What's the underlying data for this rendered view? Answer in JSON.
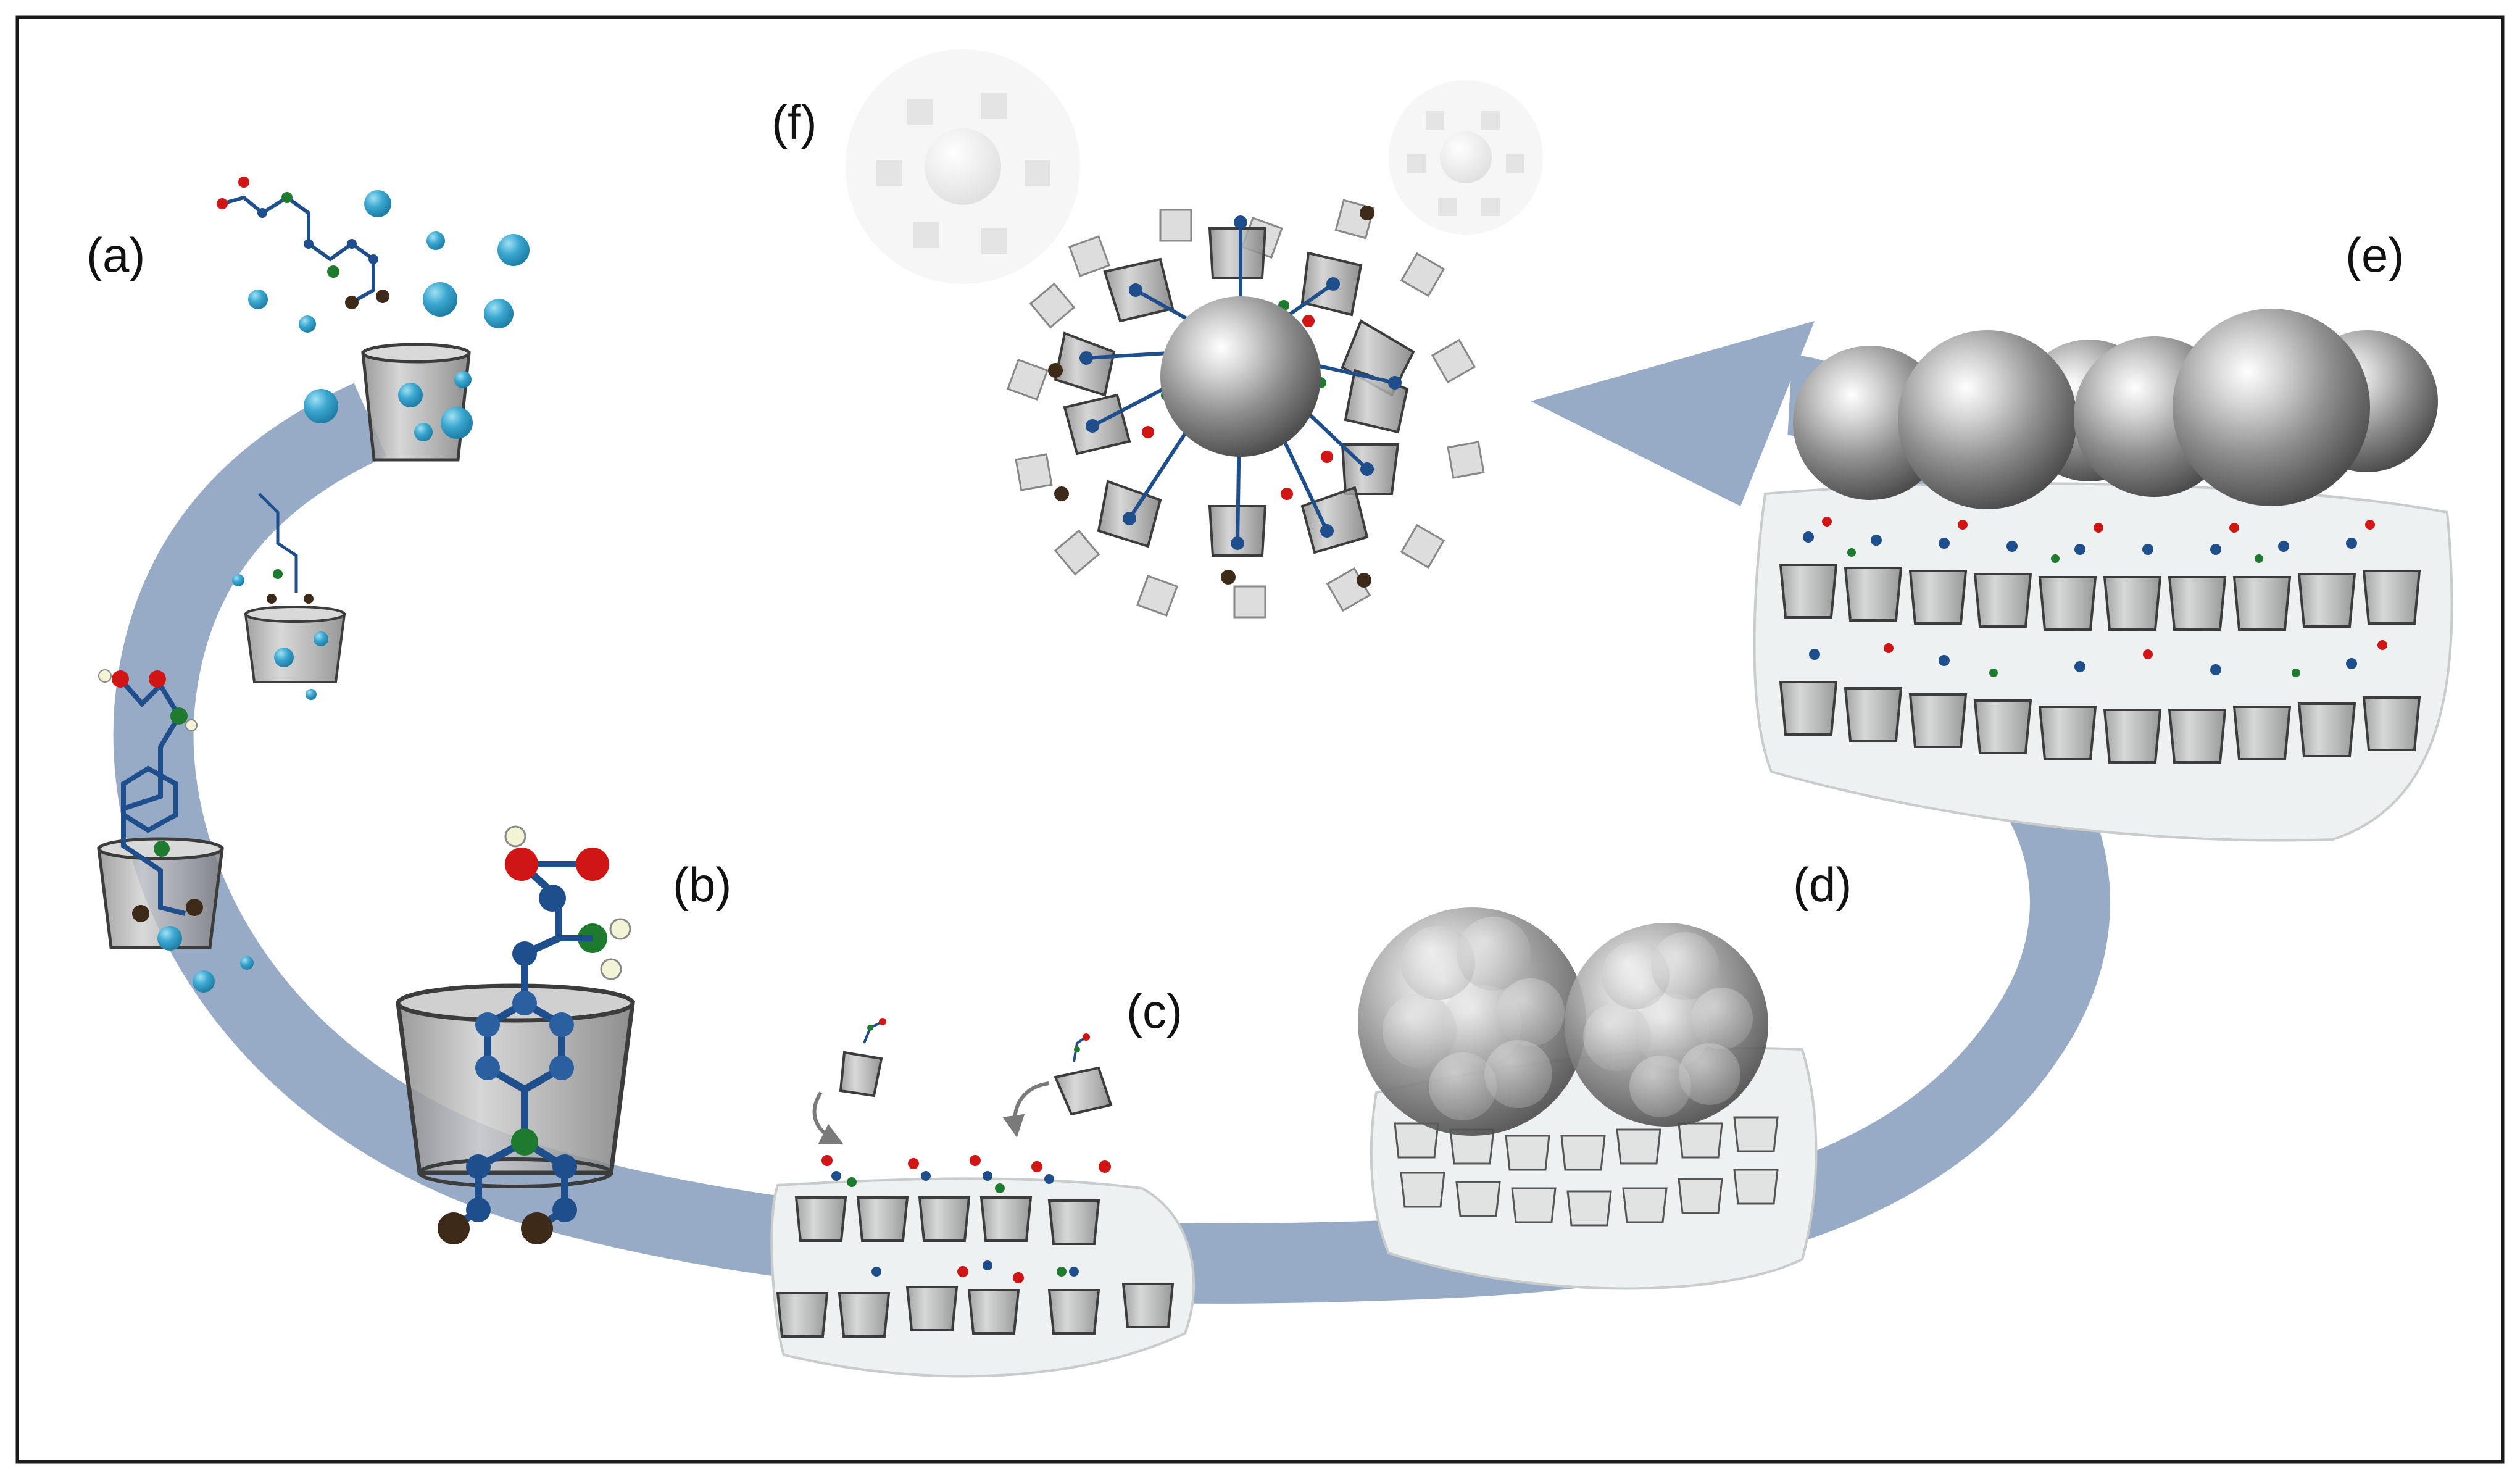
{
  "figure": {
    "panels": [
      {
        "key": "a",
        "label": "(a)"
      },
      {
        "key": "b",
        "label": "(b)"
      },
      {
        "key": "c",
        "label": "(c)"
      },
      {
        "key": "d",
        "label": "(d)"
      },
      {
        "key": "e",
        "label": "(e)"
      },
      {
        "key": "f",
        "label": "(f)"
      }
    ]
  },
  "colors": {
    "cycle_arrow": "#97aac6",
    "cup_fill": "#a9a9a9",
    "cup_stroke": "#3c3c3c",
    "atom_carbon": "#1f4e8c",
    "atom_oxygen": "#d01515",
    "atom_nitrogen": "#1e7a2e",
    "atom_hydrogen": "#f3f3d6",
    "atom_terminal": "#3d2a18",
    "water_drop": "#3aa6cf",
    "nanoparticle": "#9a9a9a",
    "gel_matrix": "#eef1f1",
    "frame": "#1a1a1a"
  }
}
